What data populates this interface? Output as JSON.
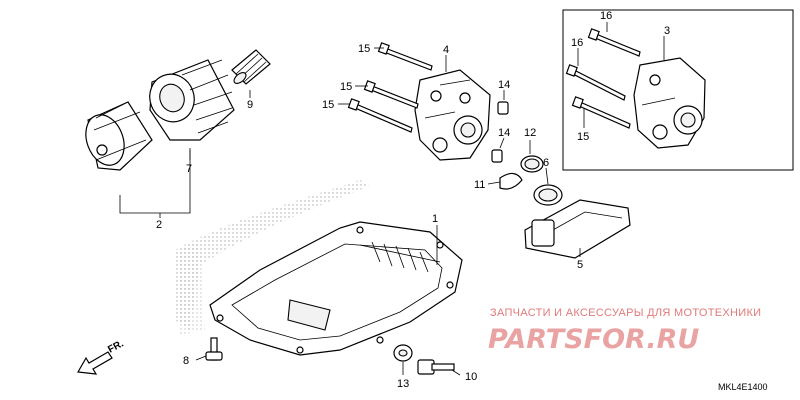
{
  "diagram": {
    "code": "MKL4E1400",
    "watermark_top": "ЗАПЧАСТИ И АКСЕССУАРЫ ДЛЯ МОТОТЕХНИКИ",
    "watermark_brand": "PARTSFOR.RU",
    "direction_label": "FR.",
    "callouts": {
      "c1": "1",
      "c2": "2",
      "c3": "3",
      "c4": "4",
      "c5": "5",
      "c6": "6",
      "c7": "7",
      "c8": "8",
      "c9": "9",
      "c10": "10",
      "c11": "11",
      "c12": "12",
      "c13": "13",
      "c14a": "14",
      "c14b": "14",
      "c15a": "15",
      "c15b": "15",
      "c15c": "15",
      "c15d": "15",
      "c16a": "16",
      "c16b": "16"
    }
  }
}
